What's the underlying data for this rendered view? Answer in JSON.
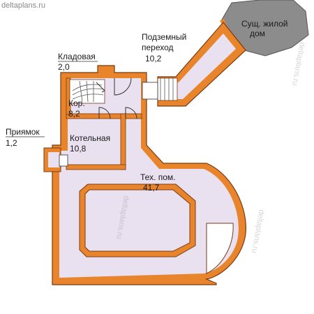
{
  "site": {
    "watermark": "deltaplans.ru"
  },
  "house": {
    "line1": "Сущ. жилой",
    "line2": "дом"
  },
  "rooms": {
    "passage": {
      "name_line1": "Подземный",
      "name_line2": "переход",
      "area": "10,2"
    },
    "pantry": {
      "name": "Кладовая",
      "area": "2,0"
    },
    "corridor": {
      "name": "Кор.",
      "area": "8,2"
    },
    "pit": {
      "name": "Приямок",
      "area": "1,2"
    },
    "boiler": {
      "name": "Котельная",
      "area": "10,8"
    },
    "tech": {
      "name": "Тех. пом.",
      "area": "41,7"
    }
  },
  "colors": {
    "wall": "#e8852c",
    "wall_outline": "#7a3a12",
    "floor": "#e9e0f0",
    "house": "#8c8c8c",
    "stairs": "#ffffff"
  }
}
